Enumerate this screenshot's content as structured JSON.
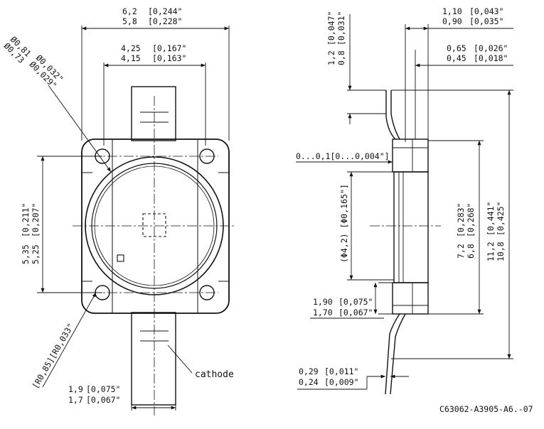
{
  "drawing_code": "C63062-A3905-A6.-07",
  "labels": {
    "cathode": "cathode"
  },
  "front_view": {
    "width_overall": {
      "max": "6,2",
      "min": "5,8",
      "max_in": "[0,244\"",
      "min_in": "[0,228\""
    },
    "width_inner": {
      "max": "4,25",
      "min": "4,15",
      "max_in": "[0,167\"",
      "min_in": "[0,163\""
    },
    "hole_dia": {
      "max": "Ø0,81",
      "min": "Ø0,73",
      "max_in": "Ø0,032\"",
      "min_in": "Ø0,029\""
    },
    "height_holes": {
      "max": "5,35",
      "min": "5,25",
      "max_in": "[0,211\"",
      "min_in": "[0,207\""
    },
    "corner_radius": {
      "text": "[R0,85][R0,033\""
    },
    "lead_width": {
      "max": "1,9",
      "min": "1,7",
      "max_in": "[0,075\"",
      "min_in": "[0,067\""
    }
  },
  "side_view": {
    "thickness_top": {
      "max": "1,10",
      "min": "0,90",
      "max_in": "[0,043\"",
      "min_in": "[0,035\""
    },
    "offset": {
      "max": "0,65",
      "min": "0,45",
      "max_in": "[0,026\"",
      "min_in": "[0,018\""
    },
    "lead_offset": {
      "max": "1,2",
      "min": "0,8",
      "max_in": "[0,047\"",
      "min_in": "[0,031\""
    },
    "flatness": {
      "text": "0...0,1[0...0,004\"]"
    },
    "lens_dia": {
      "text": "(Φ4,2) [Φ0,165\"]"
    },
    "body_height": {
      "max": "7,2",
      "min": "6,8",
      "max_in": "[0,283\"",
      "min_in": "[0,268\""
    },
    "total_height": {
      "max": "11,2",
      "min": "10,8",
      "max_in": "[0,441\"",
      "min_in": "[0,425\""
    },
    "standoff": {
      "max": "1,90",
      "min": "1,70",
      "max_in": "[0,075\"",
      "min_in": "[0,067\""
    },
    "lead_thick": {
      "max": "0,29",
      "min": "0,24",
      "max_in": "[0,011\"",
      "min_in": "[0,009\""
    }
  }
}
